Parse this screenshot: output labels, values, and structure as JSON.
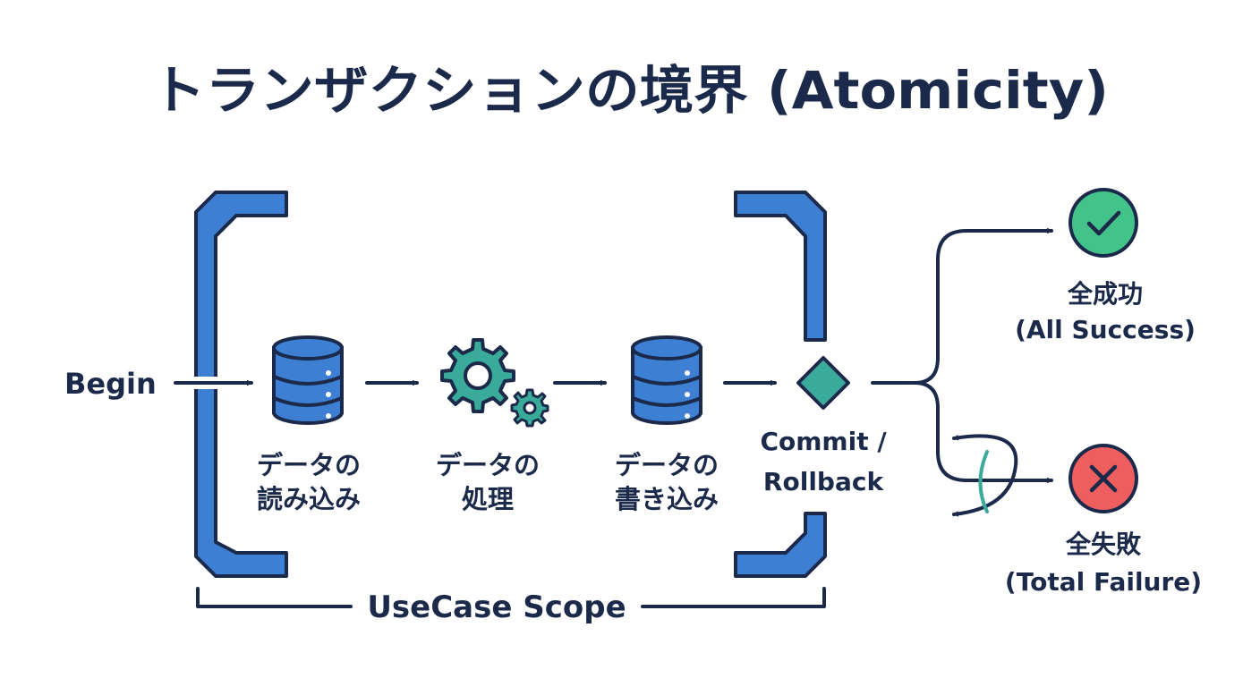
{
  "title": "トランザクションの境界 (Atomicity)",
  "begin_label": "Begin",
  "steps": [
    {
      "line1": "データの",
      "line2": "読み込み",
      "icon": "database-icon"
    },
    {
      "line1": "データの",
      "line2": "処理",
      "icon": "gears-icon"
    },
    {
      "line1": "データの",
      "line2": "書き込み",
      "icon": "database-icon"
    }
  ],
  "decision": {
    "line1": "Commit /",
    "line2": "Rollback",
    "icon": "diamond-icon"
  },
  "outcomes": {
    "success": {
      "line1": "全成功",
      "line2": "(All Success)",
      "icon": "checkmark-icon"
    },
    "failure": {
      "line1": "全失敗",
      "line2": "(Total Failure)",
      "icon": "cross-icon"
    }
  },
  "scope_label": "UseCase Scope",
  "colors": {
    "navy": "#1b2a4a",
    "blue": "#3d7fd3",
    "teal": "#3aab9a",
    "green": "#43c38a",
    "red": "#ef5e5e"
  }
}
